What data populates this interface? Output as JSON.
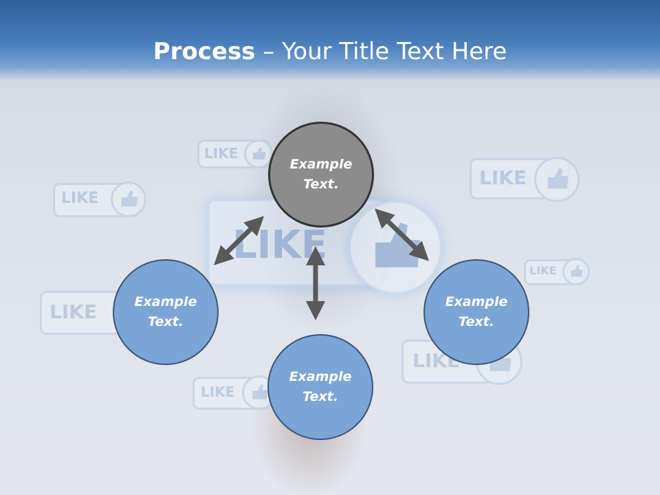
{
  "title": {
    "bold": "Process",
    "rest": " – Your Title Text Here"
  },
  "background": {
    "like_label": "LIKE"
  },
  "nodes": {
    "top": "Example Text.",
    "left": "Example Text.",
    "right": "Example Text.",
    "bottom": "Example Text."
  },
  "colors": {
    "header": "#3d6fab",
    "node_blue": "#7ba5d6",
    "node_gray": "#8c8c8c",
    "arrow": "#595959"
  }
}
